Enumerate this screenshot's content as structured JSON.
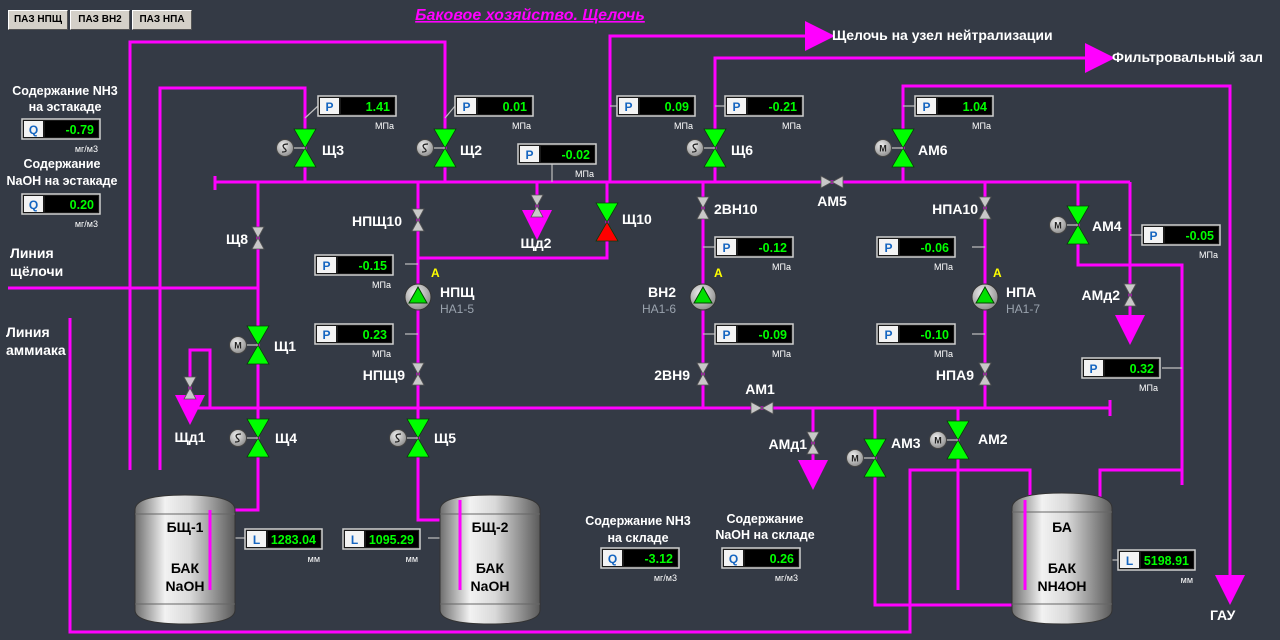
{
  "title": "Баковое хозяйство. Щелочь",
  "tabs": [
    "ПАЗ НПЩ",
    "ПАЗ ВН2",
    "ПАЗ НПА"
  ],
  "outputs": {
    "neutral": "Щелочь на узел нейтрализации",
    "filter": "Фильтровальный зал",
    "gau": "ГАУ"
  },
  "inputs": {
    "alkali_1": "Линия",
    "alkali_2": "щёлочи",
    "ammonia_1": "Линия",
    "ammonia_2": "аммиака"
  },
  "content": {
    "nh3_ramp_1": "Содержание NH3",
    "nh3_ramp_2": "на эстакаде",
    "naoh_ramp_1": "Содержание",
    "naoh_ramp_2": "NaOH на эстакаде",
    "nh3_store_1": "Содержание NH3",
    "nh3_store_2": "на складе",
    "naoh_store_1": "Содержание",
    "naoh_store_2": "NaOH на складе"
  },
  "gauges": {
    "p_sh3": {
      "tag": "P",
      "value": "1.41",
      "unit": "МПа"
    },
    "p_sh2": {
      "tag": "P",
      "value": "0.01",
      "unit": "МПа"
    },
    "p_sh10": {
      "tag": "P",
      "value": "-0.02",
      "unit": "МПа"
    },
    "p_neut": {
      "tag": "P",
      "value": "0.09",
      "unit": "МПа"
    },
    "p_sh6": {
      "tag": "P",
      "value": "-0.21",
      "unit": "МПа"
    },
    "p_am6": {
      "tag": "P",
      "value": "1.04",
      "unit": "МПа"
    },
    "p_am4": {
      "tag": "P",
      "value": "-0.05",
      "unit": "МПа"
    },
    "p_npsh_in": {
      "tag": "P",
      "value": "-0.15",
      "unit": "МПа"
    },
    "p_npsh_out": {
      "tag": "P",
      "value": "0.23",
      "unit": "МПа"
    },
    "p_vn2_in": {
      "tag": "P",
      "value": "-0.12",
      "unit": "МПа"
    },
    "p_vn2_out": {
      "tag": "P",
      "value": "-0.09",
      "unit": "МПа"
    },
    "p_npa_in": {
      "tag": "P",
      "value": "-0.06",
      "unit": "МПа"
    },
    "p_npa_out": {
      "tag": "P",
      "value": "-0.10",
      "unit": "МПа"
    },
    "p_ba": {
      "tag": "P",
      "value": "0.32",
      "unit": "МПа"
    },
    "q_nh3_ramp": {
      "tag": "Q",
      "value": "-0.79",
      "unit": "мг/м3"
    },
    "q_naoh_ramp": {
      "tag": "Q",
      "value": "0.20",
      "unit": "мг/м3"
    },
    "q_nh3_store": {
      "tag": "Q",
      "value": "-3.12",
      "unit": "мг/м3"
    },
    "q_naoh_store": {
      "tag": "Q",
      "value": "0.26",
      "unit": "мг/м3"
    },
    "l_bsh1": {
      "tag": "L",
      "value": "1283.04",
      "unit": "мм"
    },
    "l_bsh2": {
      "tag": "L",
      "value": "1095.29",
      "unit": "мм"
    },
    "l_ba": {
      "tag": "L",
      "value": "5198.91",
      "unit": "мм"
    }
  },
  "valves": {
    "sh3": "Щ3",
    "sh2": "Щ2",
    "sh6": "Щ6",
    "am6": "АМ6",
    "am5": "АМ5",
    "sh10": "Щ10",
    "shd2": "Щд2",
    "sh8": "Щ8",
    "npsh10": "НПЩ10",
    "vn10": "2ВН10",
    "npa10": "НПА10",
    "am4": "АМ4",
    "amd2": "АМд2",
    "sh1": "Щ1",
    "npsh9": "НПЩ9",
    "vn9": "2ВН9",
    "npa9": "НПА9",
    "am1": "АМ1",
    "shd1": "Щд1",
    "sh4": "Щ4",
    "sh5": "Щ5",
    "amd1": "АМд1",
    "am3": "АМ3",
    "am2": "АМ2"
  },
  "motor_letters": {
    "s": "S",
    "m": "M"
  },
  "pumps": {
    "npsh": {
      "name": "НПЩ",
      "id": "НА1-5",
      "mode": "А"
    },
    "vn2": {
      "name": "ВН2",
      "id": "НА1-6",
      "mode": "А"
    },
    "npa": {
      "name": "НПА",
      "id": "НА1-7",
      "mode": "А"
    }
  },
  "tanks": {
    "bsh1": {
      "name": "БЩ-1",
      "line1": "БАК",
      "line2": "NaOH"
    },
    "bsh2": {
      "name": "БЩ-2",
      "line1": "БАК",
      "line2": "NaOH"
    },
    "ba": {
      "name": "БА",
      "line1": "БАК",
      "line2": "NH4OH"
    }
  },
  "colors": {
    "pipe": "#ff00ff",
    "valve_open": "#00ff00",
    "valve_closed": "#ff0000",
    "background": "#343a45"
  }
}
